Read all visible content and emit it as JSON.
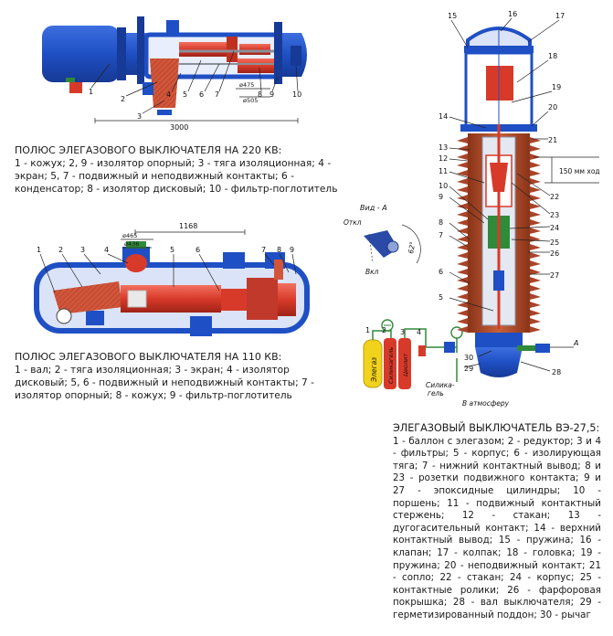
{
  "diagram_220": {
    "callouts": [
      "1",
      "2",
      "3",
      "4",
      "5",
      "6",
      "7",
      "8",
      "9",
      "10"
    ],
    "dimension_main": "3000",
    "dimension_d1": "ø475",
    "dimension_d2": "ø505",
    "caption_title": "ПОЛЮС ЭЛЕГАЗОВОГО ВЫКЛЮЧАТЕЛЯ НА 220 КВ:",
    "caption_body": "1 - кожух; 2, 9 - изолятор опорный; 3 - тяга изоляционная; 4 - экран; 5, 7 - подвижный и неподвижный контакты; 6 - конденсатор; 8 - изолятор дисковый; 10 - фильтр-поглотитель"
  },
  "diagram_110": {
    "callouts": [
      "1",
      "2",
      "3",
      "4",
      "5",
      "6",
      "7",
      "8",
      "9"
    ],
    "dimension_main": "1168",
    "dimension_d1": "ø465",
    "dimension_d2": "ø436",
    "caption_title": "ПОЛЮС ЭЛЕГАЗОВОГО ВЫКЛЮЧАТЕЛЯ НА 110 КВ:",
    "caption_body": "1 - вал; 2 - тяга изоляционная; 3 - экран; 4 - изолятор дисковый; 5, 6 - подвижный и неподвижный контакты; 7 - изолятор опорный; 8 - кожух; 9 - фильтр-поглотитель"
  },
  "view_a": {
    "title": "Вид - А",
    "off_label": "Откл",
    "on_label": "Вкл",
    "angle": "62°"
  },
  "gas_system": {
    "cylinder_label": "Элегаз",
    "filter1_label": "Силикагель",
    "filter2_label": "Цеолит",
    "silica_label_line1": "Силика-",
    "silica_label_line2": "гель",
    "atmosphere_label": "В атмосферу"
  },
  "diagram_ve": {
    "callouts_right": [
      "15",
      "16",
      "17",
      "18",
      "19",
      "20",
      "21",
      "22",
      "23",
      "24",
      "25",
      "26",
      "27",
      "28"
    ],
    "callouts_left": [
      "14",
      "13",
      "12",
      "11",
      "10",
      "9",
      "8",
      "7",
      "6",
      "5",
      "29",
      "30",
      "1",
      "2",
      "3",
      "4"
    ],
    "stroke_label": "150 мм  ход",
    "arrow_label": "А",
    "caption_title": "ЭЛЕГАЗОВЫЙ ВЫКЛЮЧАТЕЛЬ ВЭ-27,5:",
    "caption_body": "1 - баллон с элегазом; 2 - редуктор; 3 и 4 - фильтры; 5 - корпус; 6 - изолирующая тяга; 7 - нижний контактный вывод; 8 и 23 - розетки подвижного контакта; 9 и 27 - эпоксидные цилиндры; 10 - поршень; 11 - подвижный контактный стержень; 12 - стакан; 13 - дугогасительный контакт; 14 - верхний контактный вывод; 15 - пружина; 16 - клапан; 17 - колпак; 18 - головка; 19 - пружина; 20 - неподвижный контакт; 21 - сопло; 22 - стакан; 24 - корпус; 25 - контактные ролики; 26 - фарфоровая покрышка; 28 - вал выключателя; 29 - герметизированный поддон; 30 - рычаг"
  },
  "colors": {
    "body_blue": "#1f4fc4",
    "blue_dark": "#163a95",
    "part_red": "#d83a2a",
    "porcelain": "#b9502b",
    "green": "#2f8a3a",
    "yellow": "#f1d21c"
  }
}
